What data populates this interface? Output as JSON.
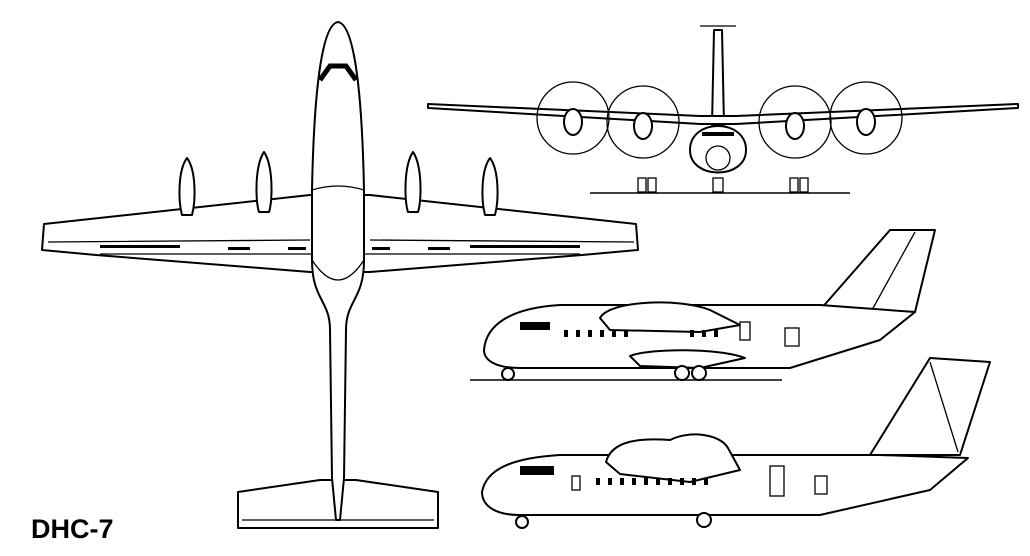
{
  "aircraft": {
    "designation": "DHC-7"
  },
  "views": [
    "top-view",
    "front-view",
    "side-view",
    "side-view-alt"
  ]
}
